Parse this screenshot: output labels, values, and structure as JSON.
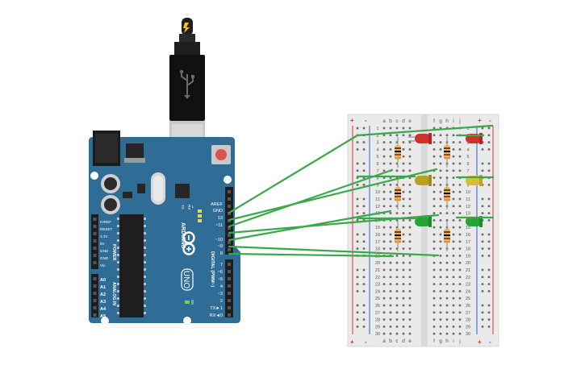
{
  "arduino": {
    "pin_labels_digital_top": [
      "AREF",
      "GND",
      "13",
      "~11",
      "~10",
      "~9",
      "8"
    ],
    "pin_labels_digital_mid": [
      "7",
      "~6",
      "~5",
      "4",
      "~3",
      "2",
      "TX►1",
      "RX◄0"
    ],
    "power_labels": [
      "IOREF",
      "RESET",
      "3.3V",
      "5V",
      "GND",
      "GND",
      "Vin"
    ],
    "power_header": "POWER",
    "analog_labels": [
      "A0",
      "A1",
      "A2",
      "A3",
      "A4",
      "A5"
    ],
    "analog_header": "ANALOG IN",
    "brand": "ARDUINO",
    "model": "UNO",
    "digital_header": "DIGITAL (PWM~)",
    "on_label": "ON",
    "tx_label": "TX",
    "rx_label": "RX",
    "l_label": "L"
  },
  "usb": {
    "icon": "usb-plug-icon",
    "bolt_icon": "lightning-bolt-icon"
  },
  "breadboard": {
    "col_letters_left": [
      "a",
      "b",
      "c",
      "d",
      "e"
    ],
    "col_letters_right": [
      "f",
      "g",
      "h",
      "i",
      "j"
    ],
    "row_numbers": [
      "1",
      "2",
      "3",
      "4",
      "5",
      "6",
      "7",
      "8",
      "9",
      "10",
      "11",
      "12",
      "13",
      "14",
      "15",
      "16",
      "17",
      "18",
      "19",
      "20",
      "21",
      "22",
      "23",
      "24",
      "25",
      "26",
      "27",
      "28",
      "29",
      "30"
    ],
    "rail_plus": "+",
    "rail_minus": "-"
  },
  "leds": {
    "colors": {
      "red": "#d22f2f",
      "yellow": "#b8a021",
      "green": "#27a336"
    }
  },
  "colors": {
    "wire": "#3aa84a",
    "board": "#2f6c96",
    "breadboard": "#eaeaea"
  }
}
